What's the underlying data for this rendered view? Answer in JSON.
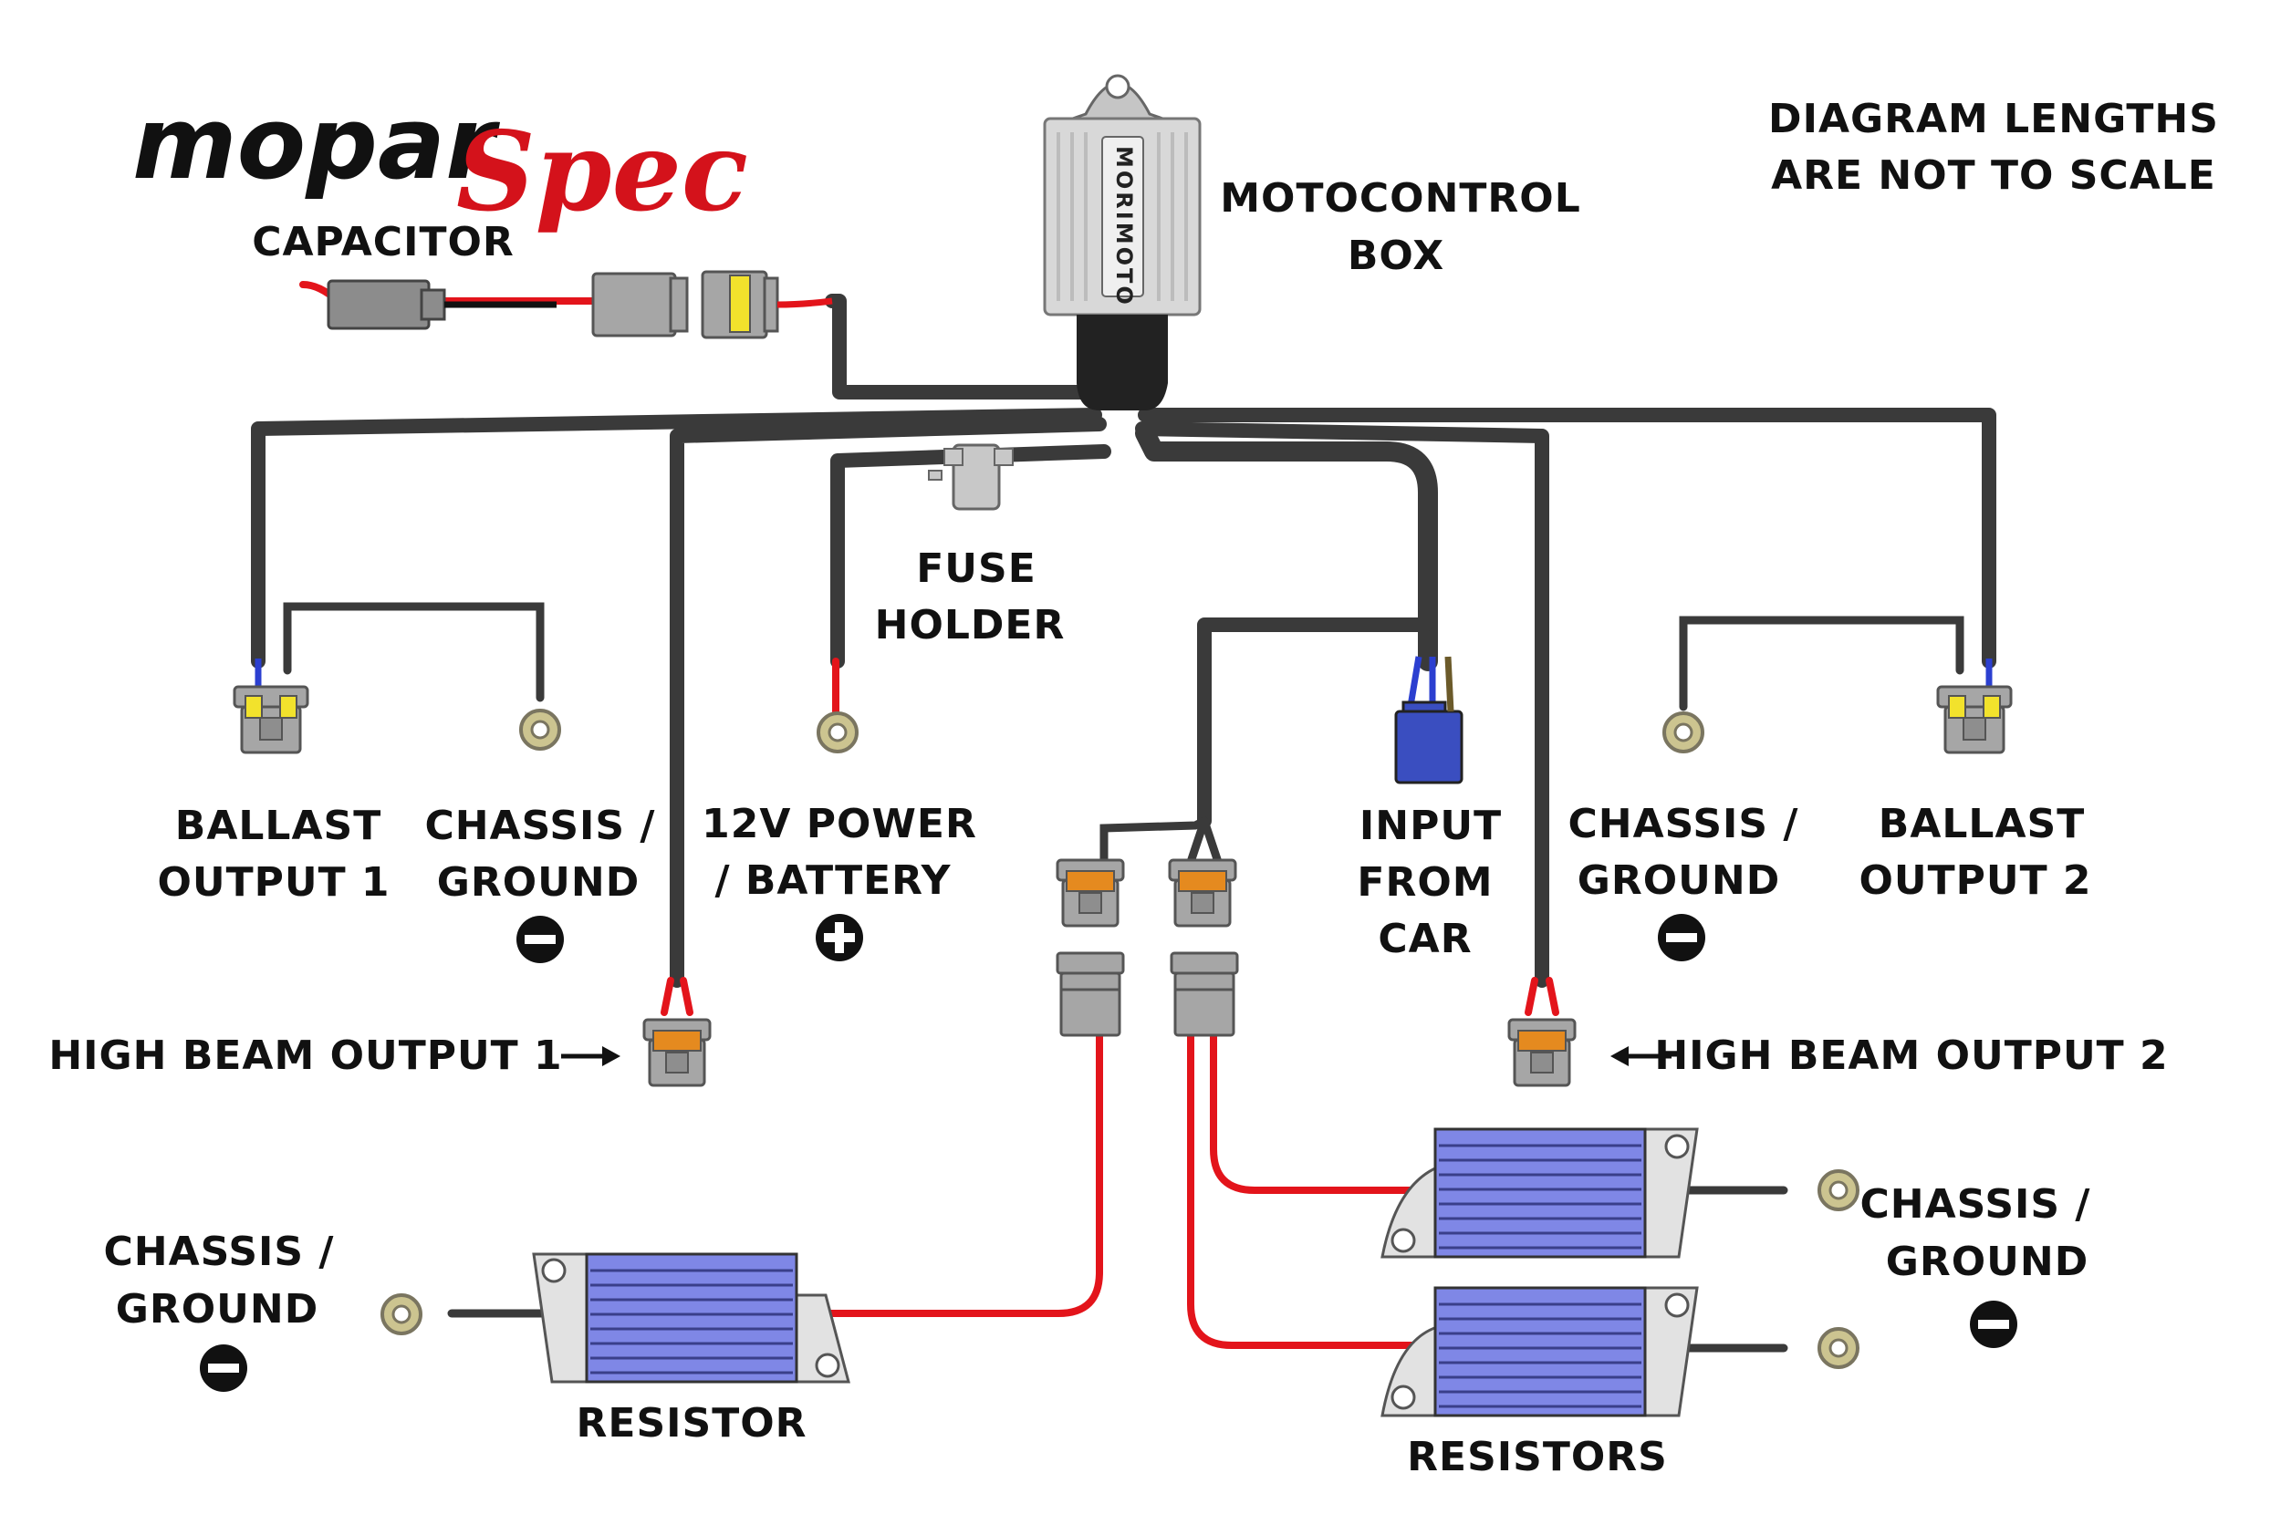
{
  "logo": {
    "part1": "mopar",
    "part2": "Spec"
  },
  "note": {
    "line1": "DIAGRAM LENGTHS",
    "line2": "ARE NOT TO SCALE"
  },
  "control_box": {
    "label_line1": "MOTOCONTROL",
    "label_line2": "BOX",
    "brand": "MORIMOTO"
  },
  "capacitor": {
    "label": "CAPACITOR"
  },
  "fuse_holder": {
    "line1": "FUSE",
    "line2": "HOLDER"
  },
  "ballast_output_1": {
    "line1": "BALLAST",
    "line2": "OUTPUT 1"
  },
  "ballast_output_2": {
    "line1": "BALLAST",
    "line2": "OUTPUT 2"
  },
  "ground_left": {
    "line1": "CHASSIS /",
    "line2": "GROUND"
  },
  "ground_right": {
    "line1": "CHASSIS /",
    "line2": "GROUND"
  },
  "power": {
    "line1": "12V POWER",
    "line2": "/ BATTERY"
  },
  "input": {
    "line1": "INPUT",
    "line2": "FROM",
    "line3": "CAR"
  },
  "high_beam_1": {
    "label": "HIGH BEAM OUTPUT 1"
  },
  "high_beam_2": {
    "label": "HIGH BEAM OUTPUT 2"
  },
  "resistor_ground_left": {
    "line1": "CHASSIS /",
    "line2": "GROUND"
  },
  "resistor_ground_right": {
    "line1": "CHASSIS /",
    "line2": "GROUND"
  },
  "resistor": {
    "label": "RESISTOR"
  },
  "resistors": {
    "label": "RESISTORS"
  },
  "symbols": {
    "negative": "minus-circle-icon",
    "positive": "plus-circle-icon"
  },
  "colors": {
    "wire_black": "#3a3a3a",
    "wire_red": "#e3141b",
    "wire_blue": "#2b3fd0",
    "connector_grey": "#a6a6a6",
    "connector_orange": "#e58a1f",
    "connector_yellow": "#f2e22c",
    "resistor_blue": "#7f87e6",
    "ring_terminal": "#ccc490",
    "logo_red": "#d4121b"
  }
}
